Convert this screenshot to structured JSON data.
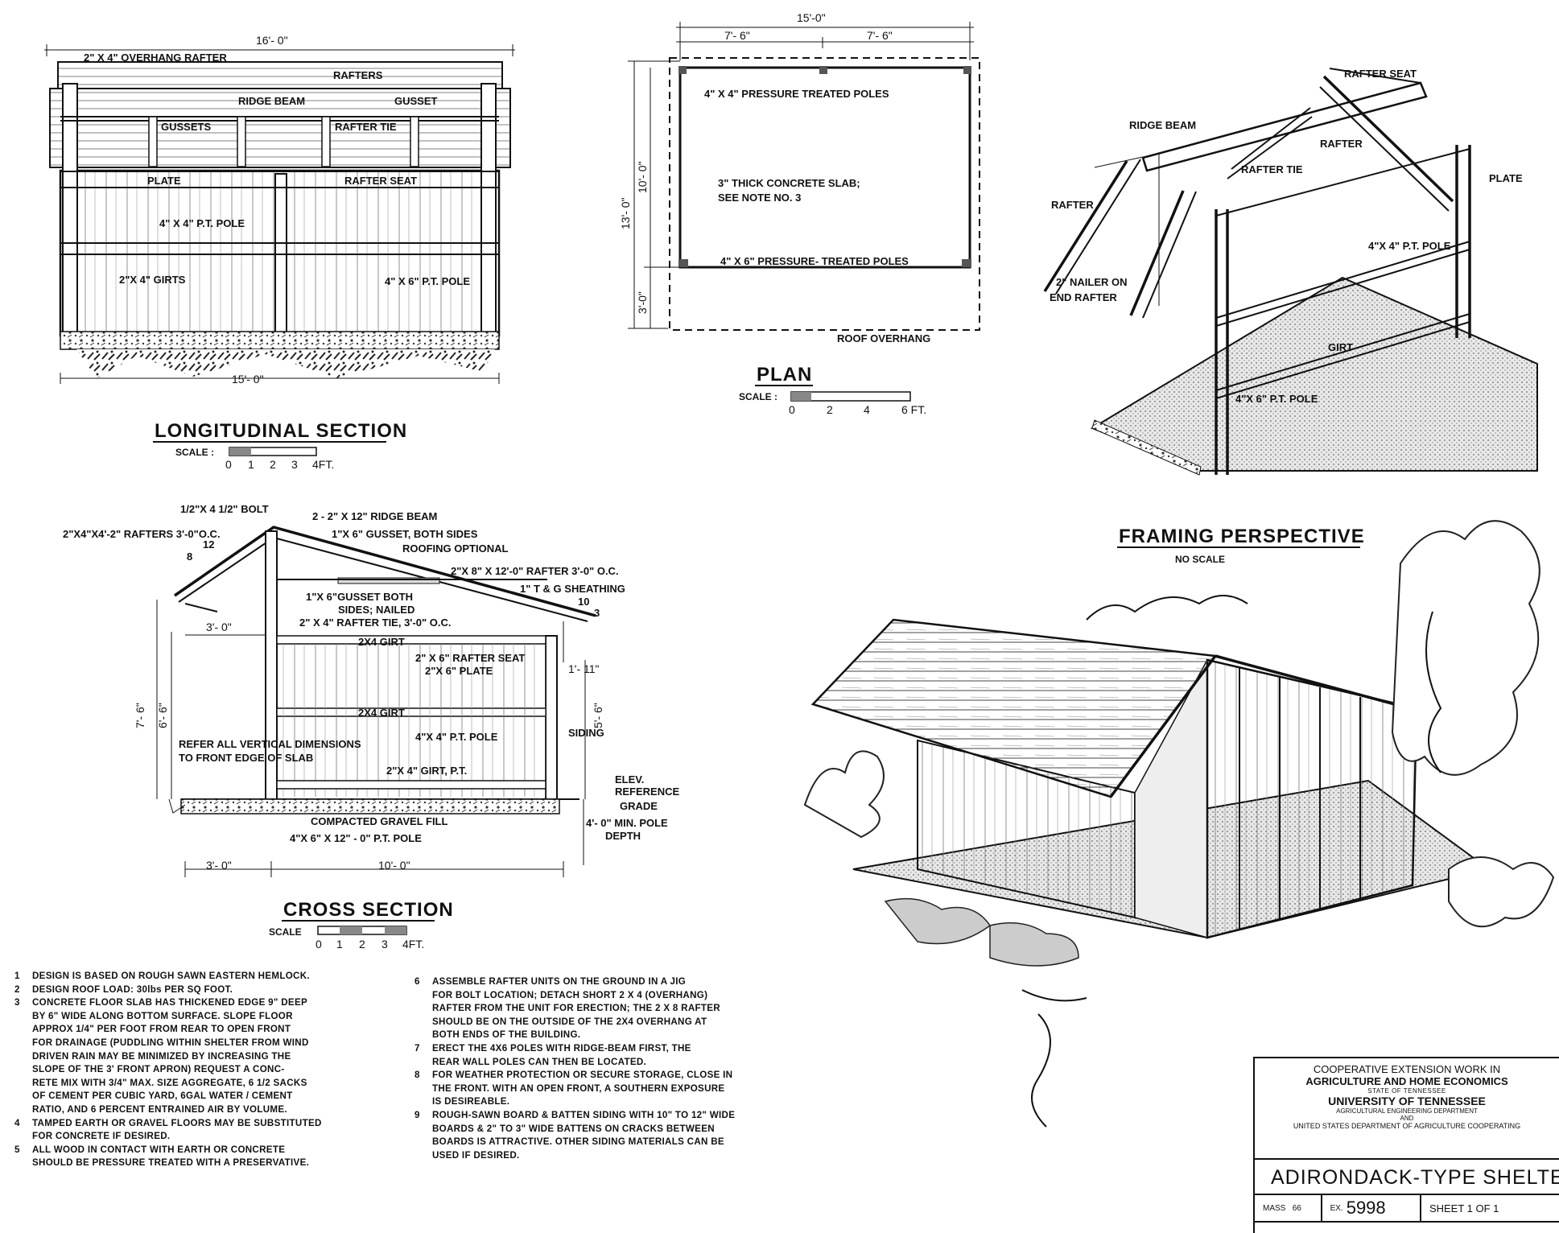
{
  "longitudinal": {
    "overall_top": "16'- 0\"",
    "overall_bottom": "15'- 0\"",
    "title": "LONGITUDINAL SECTION",
    "scale_label": "SCALE :",
    "scale_ticks": [
      "0",
      "1",
      "2",
      "3",
      "4FT."
    ],
    "labels": {
      "overhang_rafter": "2\" X 4\" OVERHANG RAFTER",
      "rafters": "RAFTERS",
      "ridge_beam": "RIDGE BEAM",
      "gusset": "GUSSET",
      "gussets": "GUSSETS",
      "rafter_tie": "RAFTER TIE",
      "plate": "PLATE",
      "rafter_seat": "RAFTER SEAT",
      "pt_pole_4x4": "4\" X 4\" P.T. POLE",
      "girts": "2\"X 4\" GIRTS",
      "pt_pole_4x6": "4\" X 6\" P.T. POLE"
    }
  },
  "plan": {
    "overall": "15'-0\"",
    "half_left": "7'- 6\"",
    "half_right": "7'- 6\"",
    "depth_total": "13'- 0\"",
    "depth_main": "10'- 0\"",
    "depth_front": "3'-0\"",
    "poles_4x4": "4\" X 4\" PRESSURE TREATED POLES",
    "slab_line1": "3\" THICK CONCRETE SLAB;",
    "slab_line2": "SEE NOTE NO. 3",
    "poles_4x6": "4\" X 6\" PRESSURE- TREATED POLES",
    "roof_overhang": "ROOF OVERHANG",
    "title": "PLAN",
    "scale_label": "SCALE :",
    "scale_ticks": [
      "0",
      "2",
      "4",
      "6 FT."
    ]
  },
  "framing": {
    "rafter_seat": "RAFTER SEAT",
    "ridge_beam": "RIDGE BEAM",
    "rafter_top": "RAFTER",
    "rafter_tie": "RAFTER TIE",
    "plate": "PLATE",
    "rafter_left": "RAFTER",
    "pole_4x4": "4\"X 4\" P.T. POLE",
    "nailer_line1": "2\" NAILER ON",
    "nailer_line2": "END RAFTER",
    "girt": "GIRT",
    "pole_4x6": "4\"X 6\" P.T. POLE",
    "title": "FRAMING PERSPECTIVE",
    "subtitle": "NO SCALE"
  },
  "cross": {
    "bolt": "1/2\"X 4 1/2\" BOLT",
    "ridge_beam": "2 - 2\" X 12\" RIDGE BEAM",
    "rafters": "2\"X4\"X4'-2\" RAFTERS 3'-0\"O.C.",
    "slope_rise_left": "8",
    "slope_run_left": "12",
    "gusset_both": "1\"X 6\" GUSSET, BOTH SIDES",
    "roofing": "ROOFING OPTIONAL",
    "rafter_2x8": "2\"X 8\" X 12'-0\" RAFTER 3'-0\" O.C.",
    "sheathing": "1\" T & G SHEATHING",
    "slope_run_right": "10",
    "slope_rise_right": "3",
    "gusset_nailed_1": "1\"X 6\"GUSSET BOTH",
    "gusset_nailed_2": "SIDES; NAILED",
    "rafter_tie": "2\" X 4\" RAFTER TIE, 3'-0\" O.C.",
    "overhang": "3'- 0\"",
    "girt_top": "2X4 GIRT",
    "rafter_seat": "2\" X 6\" RAFTER SEAT",
    "plate": "2\"X 6\" PLATE",
    "rise_1_11": "1'- 11\"",
    "h_7_6": "7'- 6\"",
    "h_6_6": "6'- 6\"",
    "h_5_6": "5'- 6\"",
    "girt_mid": "2X4 GIRT",
    "pt_pole": "4\"X 4\" P.T. POLE",
    "siding": "SIDING",
    "refer_1": "REFER ALL VERTICAL DIMENSIONS",
    "refer_2": "TO FRONT EDGE OF SLAB",
    "girt_pt": "2\"X 4\" GIRT, P.T.",
    "elev_1": "ELEV.",
    "elev_2": "REFERENCE",
    "grade": "GRADE",
    "gravel": "COMPACTED GRAVEL FILL",
    "pole_4x6": "4\"X 6\" X 12\" - 0\" P.T. POLE",
    "depth_1": "4'- 0\" MIN. POLE",
    "depth_2": "DEPTH",
    "bottom_left": "3'- 0\"",
    "bottom_right": "10'- 0\"",
    "title": "CROSS SECTION",
    "scale_label": "SCALE",
    "scale_ticks": [
      "0",
      "1",
      "2",
      "3",
      "4FT."
    ]
  },
  "notes": [
    {
      "n": "1",
      "lines": [
        "DESIGN IS BASED ON ROUGH SAWN EASTERN HEMLOCK."
      ]
    },
    {
      "n": "2",
      "lines": [
        "DESIGN ROOF LOAD: 30lbs PER SQ FOOT."
      ]
    },
    {
      "n": "3",
      "lines": [
        "CONCRETE FLOOR SLAB HAS THICKENED EDGE 9\" DEEP",
        "BY 6\" WIDE ALONG BOTTOM SURFACE. SLOPE FLOOR",
        "APPROX 1/4\" PER FOOT FROM REAR TO OPEN FRONT",
        "FOR DRAINAGE (PUDDLING WITHIN SHELTER FROM WIND",
        "DRIVEN RAIN MAY BE MINIMIZED BY INCREASING THE",
        "SLOPE OF THE 3' FRONT APRON) REQUEST A CONC-",
        "RETE MIX WITH 3/4\" MAX. SIZE AGGREGATE, 6 1/2 SACKS",
        "OF CEMENT PER CUBIC YARD, 6GAL WATER / CEMENT",
        "RATIO, AND 6 PERCENT ENTRAINED AIR BY VOLUME."
      ]
    },
    {
      "n": "4",
      "lines": [
        "TAMPED EARTH OR GRAVEL FLOORS MAY BE SUBSTITUTED",
        "FOR CONCRETE IF DESIRED."
      ]
    },
    {
      "n": "5",
      "lines": [
        "ALL WOOD IN CONTACT WITH EARTH OR CONCRETE",
        "SHOULD BE PRESSURE TREATED WITH A PRESERVATIVE."
      ]
    },
    {
      "n": "6",
      "lines": [
        "ASSEMBLE RAFTER UNITS ON THE GROUND IN A JIG",
        "FOR BOLT LOCATION; DETACH SHORT 2 X 4 (OVERHANG)",
        "RAFTER FROM THE UNIT FOR ERECTION; THE 2 X 8 RAFTER",
        "SHOULD BE ON THE OUTSIDE OF THE 2X4 OVERHANG AT",
        "BOTH ENDS OF THE BUILDING."
      ]
    },
    {
      "n": "7",
      "lines": [
        "ERECT THE 4X6 POLES WITH RIDGE-BEAM FIRST, THE",
        "REAR WALL POLES CAN THEN BE LOCATED."
      ]
    },
    {
      "n": "8",
      "lines": [
        "FOR WEATHER PROTECTION OR SECURE STORAGE, CLOSE IN",
        "THE FRONT. WITH AN OPEN FRONT, A SOUTHERN EXPOSURE",
        "IS DESIREABLE."
      ]
    },
    {
      "n": "9",
      "lines": [
        "ROUGH-SAWN BOARD & BATTEN SIDING WITH 10\" TO 12\" WIDE",
        "BOARDS & 2\" TO 3\" WIDE BATTENS ON CRACKS BETWEEN",
        "BOARDS IS ATTRACTIVE. OTHER SIDING MATERIALS CAN BE",
        "USED IF DESIRED."
      ]
    }
  ],
  "titleblock": {
    "org1": "COOPERATIVE EXTENSION WORK IN",
    "org2": "AGRICULTURE AND HOME ECONOMICS",
    "state": "STATE OF TENNESSEE",
    "univ": "UNIVERSITY OF TENNESSEE",
    "dept": "AGRICULTURAL ENGINEERING DEPARTMENT",
    "and": "AND",
    "usda": "UNITED STATES DEPARTMENT OF AGRICULTURE COOPERATING",
    "name": "ADIRONDACK-TYPE SHELTER",
    "mass_label": "MASS",
    "mass_value": "66",
    "ex_label": "EX.",
    "ex_value": "5998",
    "sheet": "SHEET 1 OF 1"
  }
}
